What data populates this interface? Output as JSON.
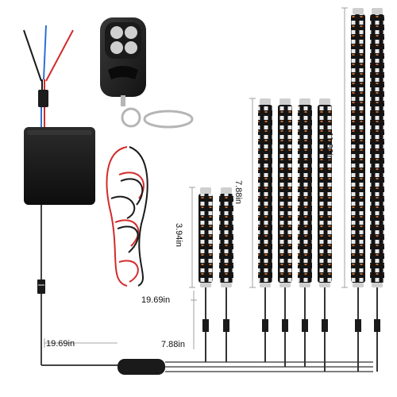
{
  "labels": {
    "cable_main": "19.69in",
    "cable_strip": "19.69in",
    "cable_branch": "7.88in",
    "strip_short": "3.94in",
    "strip_medium": "7.88in",
    "strip_long": "11.82in"
  },
  "colors": {
    "background": "#ffffff",
    "strip_body": "#141414",
    "controller_box": "#1c1c1c",
    "wire_red": "#d42b2b",
    "wire_black": "#1a1a1a",
    "wire_blue": "#2f6fd6",
    "remote_body": "#2a2a2a",
    "remote_buttons": "#cfcfcf",
    "dimension_line": "#8a8a8a"
  },
  "icons": [
    "remote-control-icon",
    "led-strip-icon",
    "controller-box-icon",
    "wire-coil-icon",
    "connector-icon"
  ]
}
